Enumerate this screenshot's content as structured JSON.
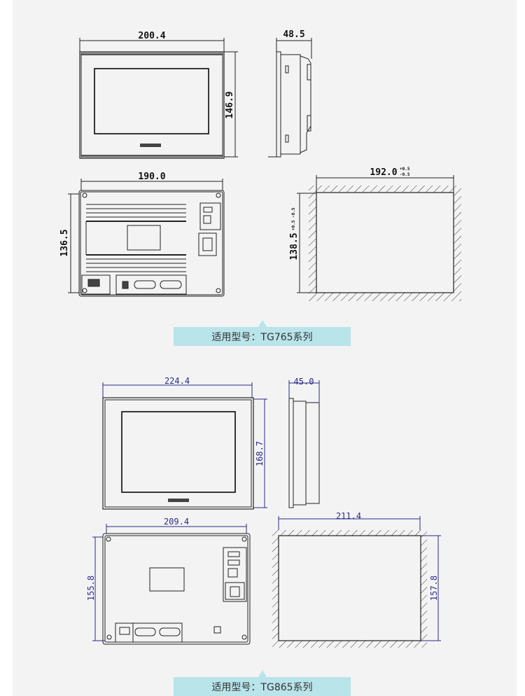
{
  "tg765": {
    "front_width": "200.4",
    "front_height": "146.9",
    "depth": "48.5",
    "back_width": "190.0",
    "back_height": "136.5",
    "cutout_width": "192.0",
    "cutout_width_tol_plus": "+0.5",
    "cutout_width_tol_minus": "-0.5",
    "cutout_height": "138.5",
    "cutout_height_tol": "+0.5 -0.5",
    "label": "适用型号：TG765系列"
  },
  "tg865": {
    "front_width": "224.4",
    "front_height": "168.7",
    "depth": "45.0",
    "back_width": "209.4",
    "back_height": "155.8",
    "cutout_width": "211.4",
    "cutout_height": "157.8",
    "label": "适用型号：TG865系列"
  },
  "colors": {
    "dim_line_2": "#2a2a8a",
    "label_bg": "#b8e4ea"
  }
}
